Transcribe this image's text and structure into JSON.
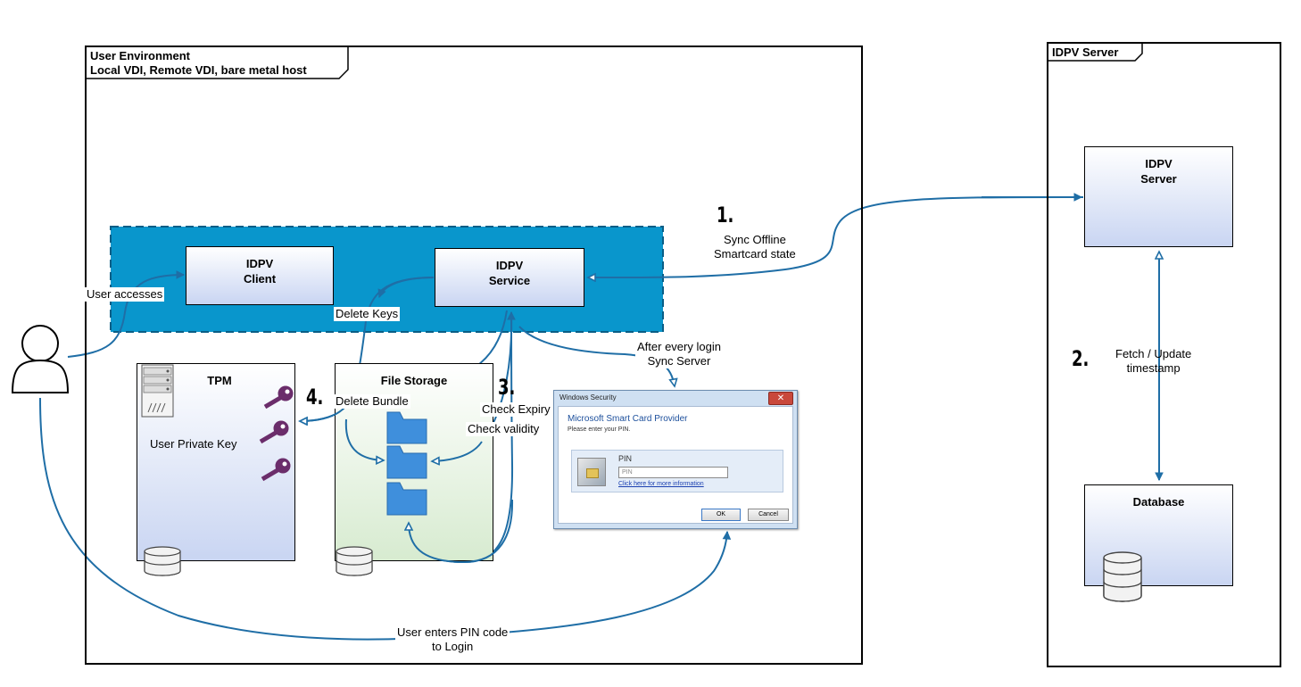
{
  "user_environment": {
    "title_line1": "User Environment",
    "title_line2": "Local VDI, Remote VDI, bare metal host"
  },
  "idpv_server_frame": {
    "title": "IDPV Server"
  },
  "boxes": {
    "idpv_client": {
      "line1": "IDPV",
      "line2": "Client"
    },
    "idpv_service": {
      "line1": "IDPV",
      "line2": "Service"
    },
    "idpv_server": {
      "line1": "IDPV",
      "line2": "Server"
    },
    "database": {
      "title": "Database"
    },
    "tpm": {
      "title": "TPM",
      "content": "User Private Key"
    },
    "file_storage": {
      "title": "File Storage"
    }
  },
  "steps": {
    "s1": "1.",
    "s2": "2.",
    "s3": "3.",
    "s4": "4."
  },
  "edge_labels": {
    "sync_offline_line1": "Sync Offline",
    "sync_offline_line2": "Smartcard state",
    "fetch_update_line1": "Fetch / Update",
    "fetch_update_line2": "timestamp",
    "user_accesses": "User accesses",
    "delete_keys": "Delete Keys",
    "after_login_line1": "After every login",
    "after_login_line2": "Sync Server",
    "delete_bundle": "Delete Bundle",
    "check_expiry": "Check Expiry",
    "check_validity": "Check validity",
    "pin_login_line1": "User enters PIN code",
    "pin_login_line2": "to Login"
  },
  "dialog": {
    "window_title": "Windows Security",
    "close_glyph": "✕",
    "heading": "Microsoft Smart Card Provider",
    "subheading": "Please enter your PIN.",
    "pin_label": "PIN",
    "pin_placeholder": "PIN",
    "more_info_link": "Click here for more information",
    "ok_label": "OK",
    "cancel_label": "Cancel"
  },
  "colors": {
    "connector": "#1f6ea6",
    "service_band": "#0996cc",
    "box_gradient_bottom": "#c9d5f2",
    "file_storage_bg": "#e2efdc",
    "key": "#6b2d6b",
    "folder": "#3f8fdc"
  },
  "icons": {
    "user": "user-icon",
    "server_rack": "server-rack-icon",
    "key": "key-icon",
    "folder": "folder-icon",
    "database": "database-cylinder-icon"
  }
}
